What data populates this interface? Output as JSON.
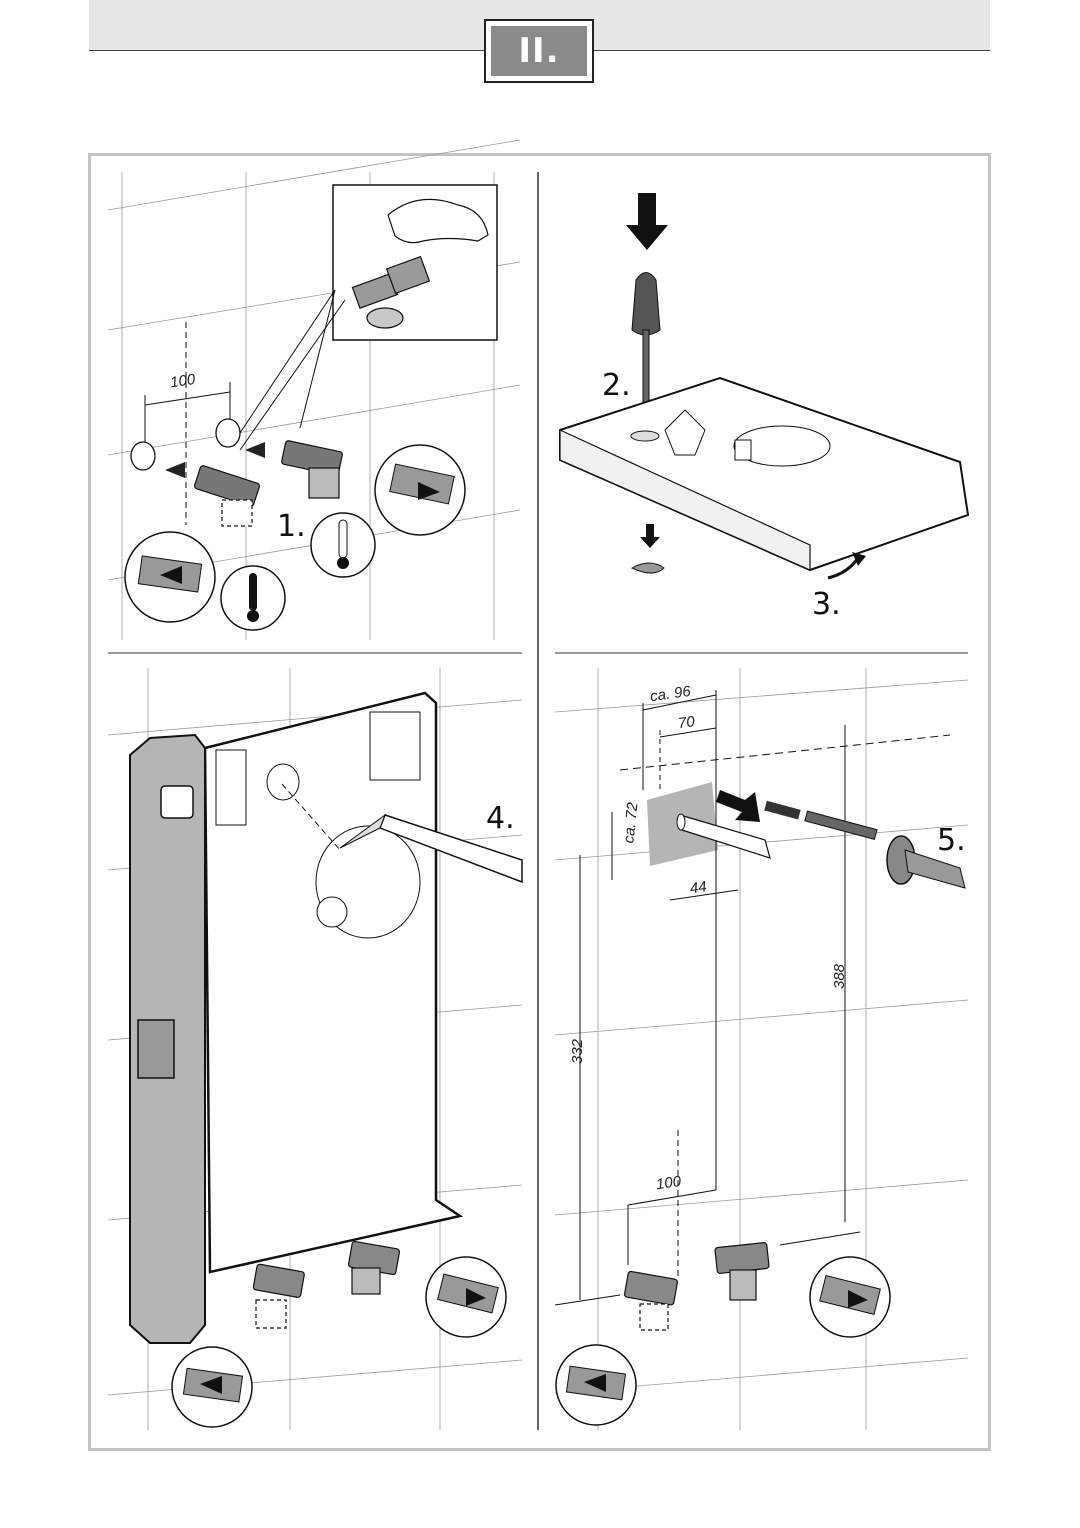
{
  "header": {
    "section_label": "II."
  },
  "steps": {
    "step1": "1.",
    "step2": "2.",
    "step3": "3.",
    "step4": "4.",
    "step5": "5."
  },
  "dimensions": {
    "panel1_spacing": "100",
    "panel4_width_approx": "ca. 96",
    "panel4_width": "70",
    "panel4_height_approx": "ca. 72",
    "panel4_offset": "44",
    "panel4_height_left": "332",
    "panel4_height_right": "388",
    "panel4_bottom_spacing": "100"
  },
  "icons": [
    "thermometer-icon",
    "screwdriver-icon",
    "pencil-icon",
    "spirit-level-icon",
    "arrow-icon"
  ],
  "colors": {
    "badge": "#8a8a8a",
    "header": "#e6e6e6",
    "frame": "#c4c4c4",
    "highlight": "#b5b5b5"
  }
}
